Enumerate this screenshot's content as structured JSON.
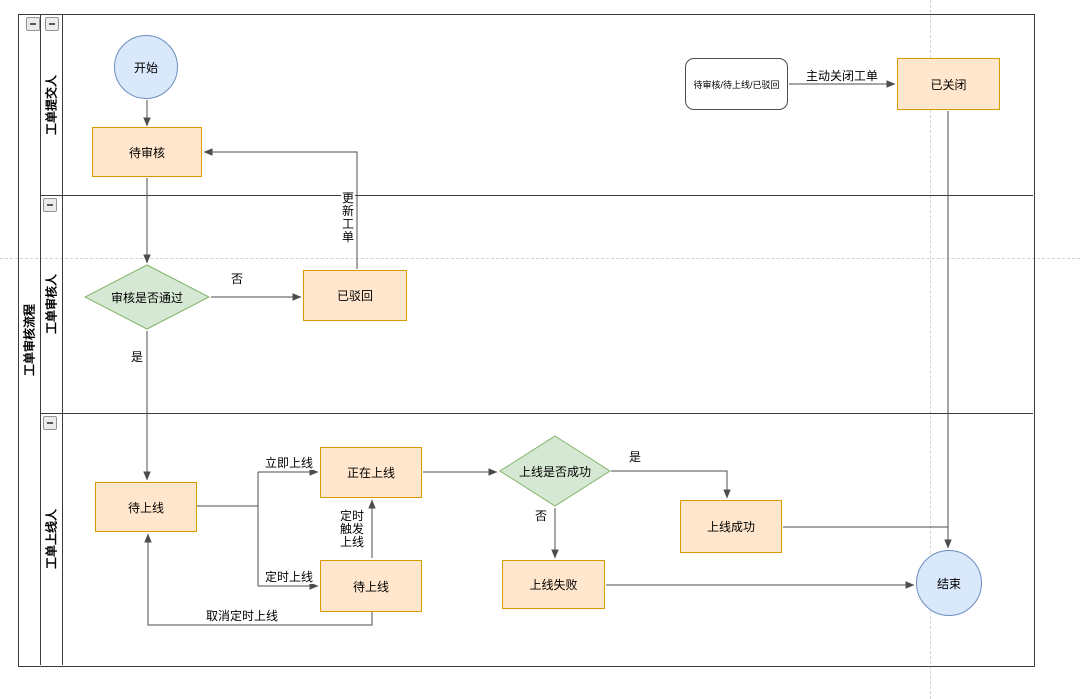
{
  "diagram": {
    "pool_title": "工单审核流程",
    "lanes": {
      "submitter": "工单提交人",
      "reviewer": "工单审核人",
      "deployer": "工单上线人"
    },
    "nodes": {
      "start": "开始",
      "pending_review": "待审核",
      "review_decision": "审核是否通过",
      "rejected": "已驳回",
      "pending_launch": "待上线",
      "launching": "正在上线",
      "scheduled_pending_launch": "待上线",
      "launch_decision": "上线是否成功",
      "launch_success": "上线成功",
      "launch_failed": "上线失败",
      "end": "结束",
      "closed": "已关闭",
      "any_open_status": "待审核/待上线/已驳回"
    },
    "edges": {
      "review_no": "否",
      "review_yes": "是",
      "update_ticket": "更新工单",
      "immediate_launch": "立即上线",
      "scheduled_launch": "定时上线",
      "timer_trigger_launch": "定时\n触发\n上线",
      "cancel_scheduled_launch": "取消定时上线",
      "launch_yes": "是",
      "launch_no": "否",
      "manual_close": "主动关闭工单"
    },
    "colors": {
      "process_fill": "#ffe6cc",
      "process_stroke": "#d79b00",
      "decision_fill": "#d5e8d4",
      "decision_stroke": "#82b366",
      "terminal_fill": "#dae8fc",
      "terminal_stroke": "#6c8ebf",
      "edge_line": "#4d4d4d",
      "guide_line": "#d2d2d2"
    }
  }
}
